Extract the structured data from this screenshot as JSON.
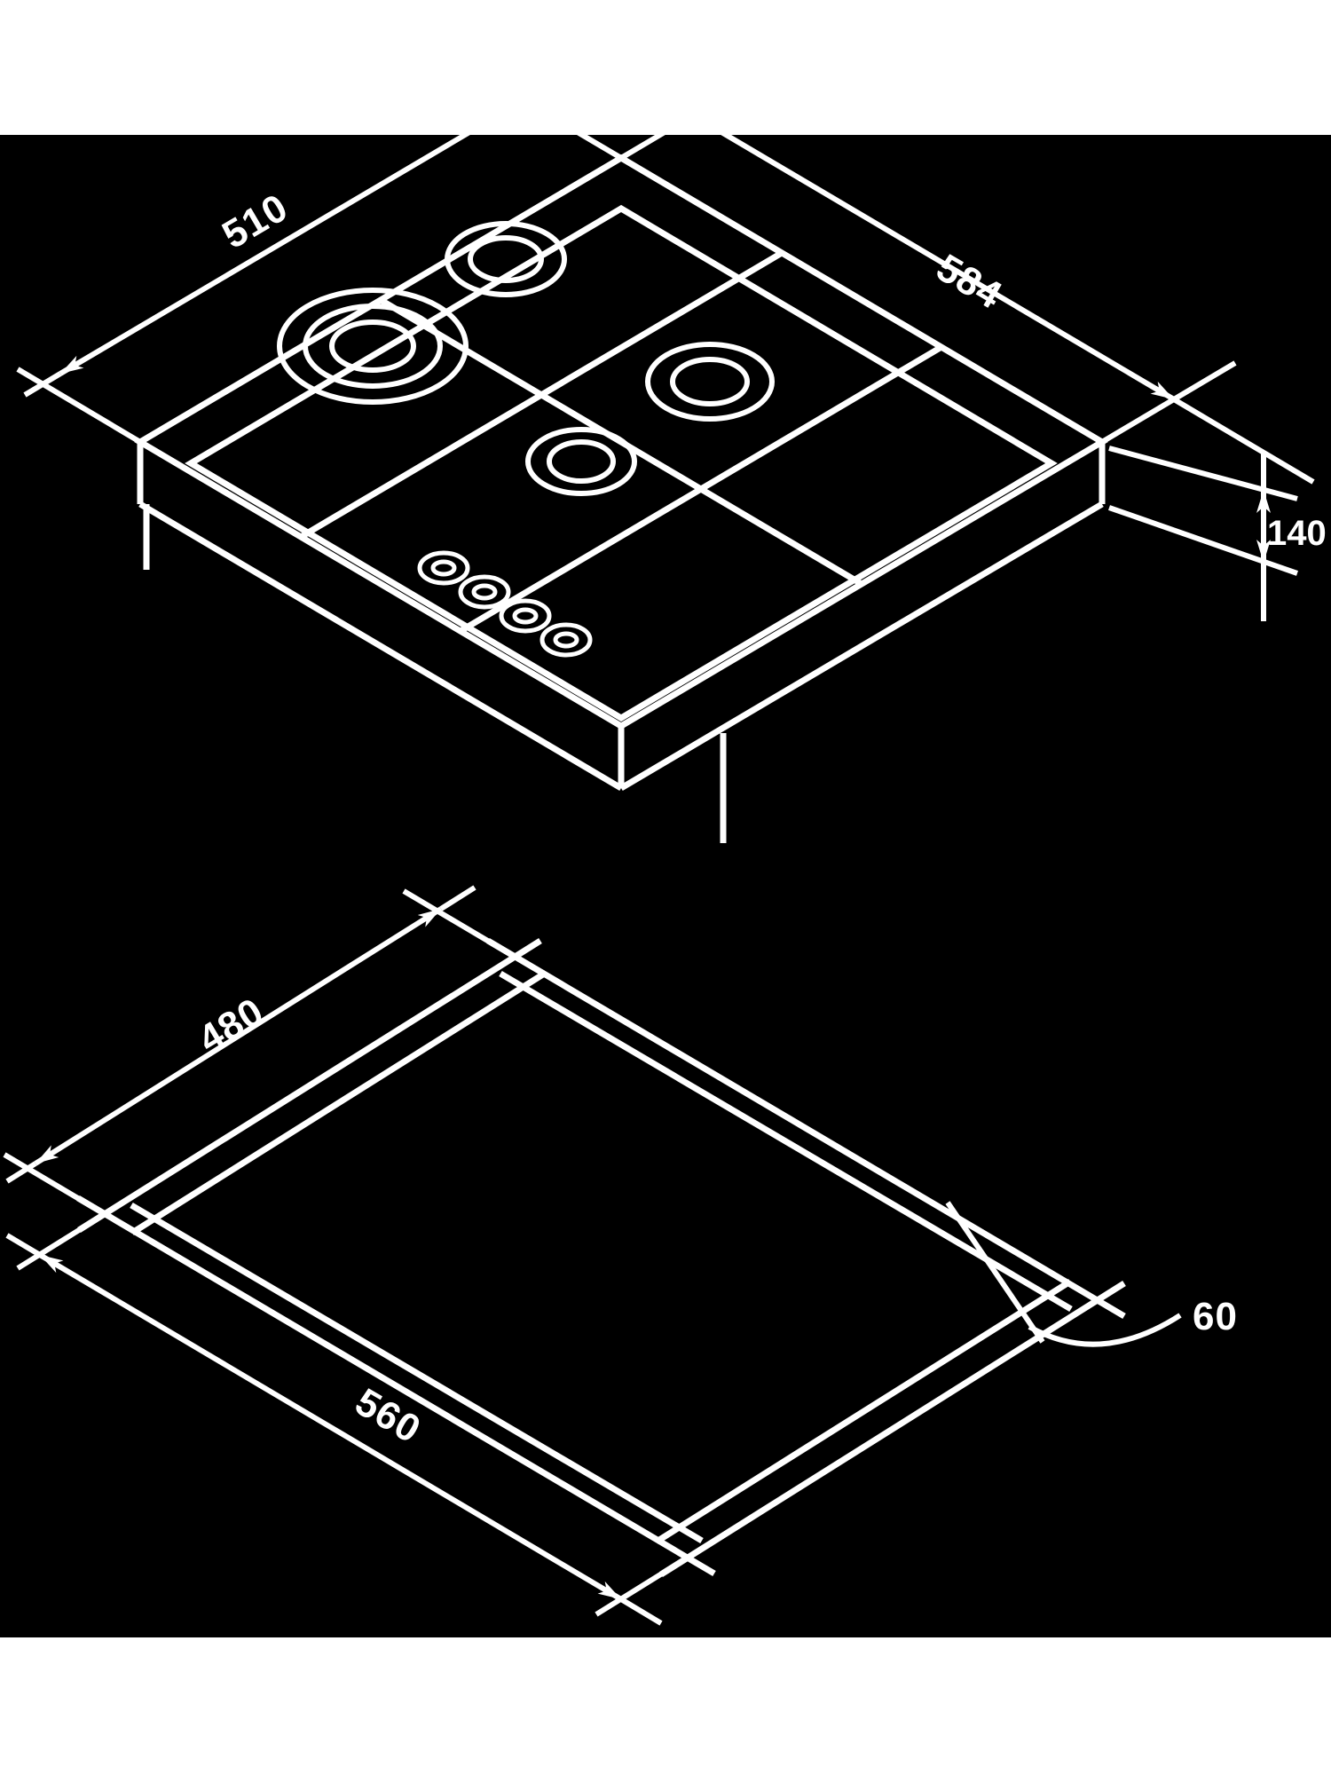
{
  "figure": {
    "type": "appliance installation dimension diagram",
    "page_background": "#ffffff",
    "figure_background": "#000000",
    "line_color": "#ffffff",
    "views": {
      "hob": {
        "name": "gas hob isometric view",
        "burner_count": 4,
        "knob_count": 4,
        "dims": {
          "depth_left": "510",
          "width_right": "584",
          "height_right": "140"
        }
      },
      "cutout": {
        "name": "worktop cutout isometric view",
        "dims": {
          "depth_left": "480",
          "width_bottom": "560",
          "edge_right": "60"
        }
      }
    }
  }
}
